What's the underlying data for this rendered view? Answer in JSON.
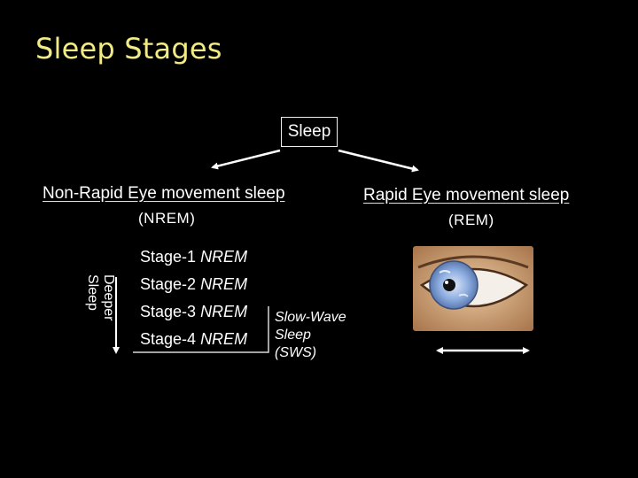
{
  "title": "Sleep Stages",
  "root": {
    "label": "Sleep"
  },
  "nrem": {
    "title": "Non-Rapid Eye movement sleep",
    "abbr": "(NREM)"
  },
  "rem": {
    "title": "Rapid Eye movement sleep",
    "abbr": "(REM)"
  },
  "depth_label": {
    "line1": "Deeper",
    "line2": "Sleep"
  },
  "stages": [
    {
      "name": "Stage-1",
      "type": "NREM"
    },
    {
      "name": "Stage-2",
      "type": "NREM"
    },
    {
      "name": "Stage-3",
      "type": "NREM"
    },
    {
      "name": "Stage-4",
      "type": "NREM"
    }
  ],
  "sws": {
    "line1": "Slow-Wave",
    "line2": "Sleep",
    "line3": "(SWS)"
  },
  "colors": {
    "title": "#f2eb85",
    "background": "#000000",
    "text": "#ffffff",
    "iris": "#7f9fd6"
  },
  "icons": {
    "eye": "eye-illustration"
  }
}
